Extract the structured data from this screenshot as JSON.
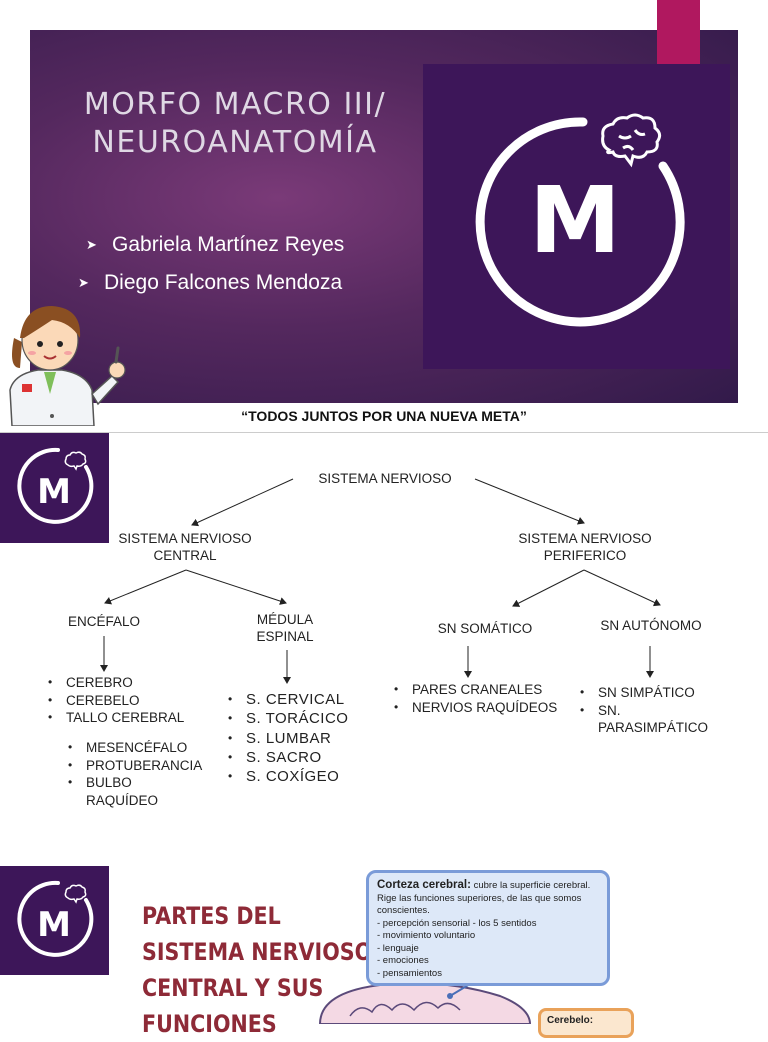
{
  "slide1": {
    "title_line1": "MORFO MACRO III/",
    "title_line2": "NEUROANATOMÍA",
    "authors": [
      "Gabriela Martínez Reyes",
      "Diego Falcones Mendoza"
    ],
    "motto": "“TODOS JUNTOS POR UNA NUEVA META”",
    "logo_letter": "M"
  },
  "slide2": {
    "root": "SISTEMA NERVIOSO",
    "central": "SISTEMA NERVIOSO CENTRAL",
    "periferico": "SISTEMA NERVIOSO PERIFERICO",
    "encefalo": "ENCÉFALO",
    "medula": "MÉDULA ESPINAL",
    "somatico": "SN SOMÁTICO",
    "autonomo": "SN AUTÓNOMO",
    "encefalo_items": [
      "CEREBRO",
      "CEREBELO",
      "TALLO CEREBRAL"
    ],
    "tallo_items": [
      "MESENCÉFALO",
      "PROTUBERANCIA",
      "BULBO RAQUÍDEO"
    ],
    "medula_items": [
      "S. CERVICAL",
      "S. TORÁCICO",
      "S. LUMBAR",
      "S. SACRO",
      "S. COXÍGEO"
    ],
    "somatico_items": [
      "PARES CRANEALES",
      "NERVIOS RAQUÍDEOS"
    ],
    "autonomo_items": [
      "SN SIMPÁTICO",
      "SN. PARASIMPÁTICO"
    ],
    "logo_letter": "M"
  },
  "slide3": {
    "title_lines": [
      "PARTES DEL",
      "SISTEMA NERVIOSO",
      "CENTRAL Y SUS",
      "FUNCIONES"
    ],
    "cortex_heading": "Corteza cerebral:",
    "cortex_lead": "cubre la superficie cerebral.",
    "cortex_text": "Rige las funciones superiores, de las que somos conscientes.",
    "cortex_items": [
      "- percepción sensorial - los 5 sentidos",
      "- movimiento voluntario",
      "- lenguaje",
      "- emociones",
      "- pensamientos"
    ],
    "cerebelo_label": "Cerebelo:",
    "logo_letter": "M"
  },
  "colors": {
    "brand_purple": "#3d1659",
    "accent_magenta": "#b0185f",
    "title_red": "#8e2a37"
  }
}
